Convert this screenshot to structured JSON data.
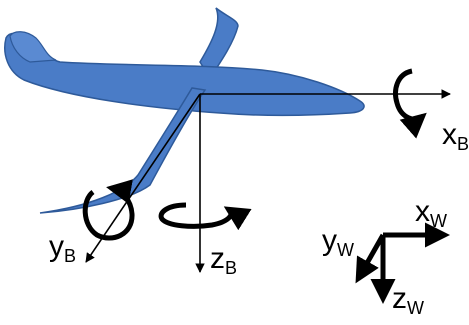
{
  "body_axes": {
    "x": {
      "letter": "x",
      "subscript": "B"
    },
    "y": {
      "letter": "y",
      "subscript": "B"
    },
    "z": {
      "letter": "z",
      "subscript": "B"
    }
  },
  "world_axes": {
    "x": {
      "letter": "x",
      "subscript": "W"
    },
    "y": {
      "letter": "y",
      "subscript": "W"
    },
    "z": {
      "letter": "z",
      "subscript": "W"
    }
  },
  "colors": {
    "aircraft_fill": "#4a7cc7",
    "aircraft_outline": "#2e5a9a",
    "axis": "#000000"
  }
}
